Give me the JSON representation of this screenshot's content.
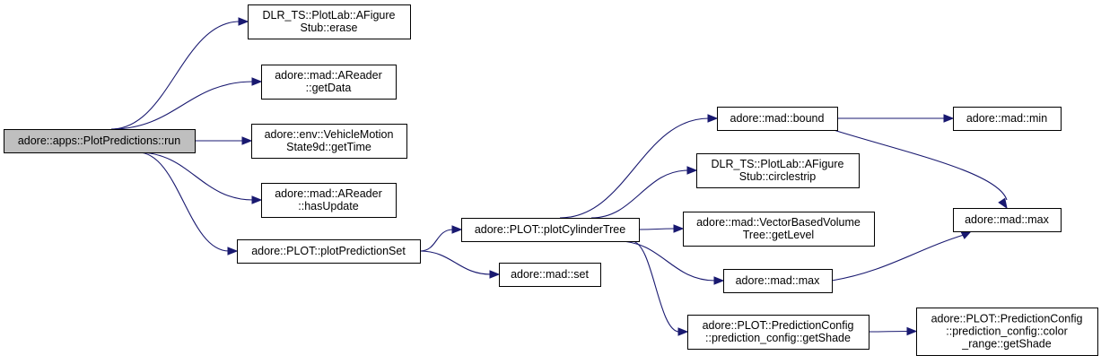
{
  "graph": {
    "title": "",
    "edge_color": "#191970",
    "root_fill": "#bfbfbf",
    "nodes": [
      {
        "id": "run",
        "lines": [
          "adore::apps::PlotPredictions::run"
        ],
        "root": true
      },
      {
        "id": "erase",
        "lines": [
          "DLR_TS::PlotLab::AFigure",
          "Stub::erase"
        ]
      },
      {
        "id": "getData",
        "lines": [
          "adore::mad::AReader",
          "::getData"
        ]
      },
      {
        "id": "getTime",
        "lines": [
          "adore::env::VehicleMotion",
          "State9d::getTime"
        ]
      },
      {
        "id": "hasUpdate",
        "lines": [
          "adore::mad::AReader",
          "::hasUpdate"
        ]
      },
      {
        "id": "plotPredictionSet",
        "lines": [
          "adore::PLOT::plotPredictionSet"
        ]
      },
      {
        "id": "plotCylinderTree",
        "lines": [
          "adore::PLOT::plotCylinderTree"
        ]
      },
      {
        "id": "set",
        "lines": [
          "adore::mad::set"
        ]
      },
      {
        "id": "bound",
        "lines": [
          "adore::mad::bound"
        ]
      },
      {
        "id": "circlestrip",
        "lines": [
          "DLR_TS::PlotLab::AFigure",
          "Stub::circlestrip"
        ]
      },
      {
        "id": "getLevel",
        "lines": [
          "adore::mad::VectorBasedVolume",
          "Tree::getLevel"
        ]
      },
      {
        "id": "max1",
        "lines": [
          "adore::mad::max"
        ]
      },
      {
        "id": "getShade1",
        "lines": [
          "adore::PLOT::PredictionConfig",
          "::prediction_config::getShade"
        ]
      },
      {
        "id": "min",
        "lines": [
          "adore::mad::min"
        ]
      },
      {
        "id": "max2",
        "lines": [
          "adore::mad::max"
        ]
      },
      {
        "id": "getShade2",
        "lines": [
          "adore::PLOT::PredictionConfig",
          "::prediction_config::color",
          "_range::getShade"
        ]
      }
    ],
    "edges": [
      {
        "from": "run",
        "to": "erase"
      },
      {
        "from": "run",
        "to": "getData"
      },
      {
        "from": "run",
        "to": "getTime"
      },
      {
        "from": "run",
        "to": "hasUpdate"
      },
      {
        "from": "run",
        "to": "plotPredictionSet"
      },
      {
        "from": "plotPredictionSet",
        "to": "plotCylinderTree"
      },
      {
        "from": "plotPredictionSet",
        "to": "set"
      },
      {
        "from": "plotCylinderTree",
        "to": "bound"
      },
      {
        "from": "plotCylinderTree",
        "to": "circlestrip"
      },
      {
        "from": "plotCylinderTree",
        "to": "getLevel"
      },
      {
        "from": "plotCylinderTree",
        "to": "max1"
      },
      {
        "from": "plotCylinderTree",
        "to": "getShade1"
      },
      {
        "from": "bound",
        "to": "min"
      },
      {
        "from": "bound",
        "to": "max2"
      },
      {
        "from": "max1",
        "to": "max2"
      },
      {
        "from": "getShade1",
        "to": "getShade2"
      }
    ]
  }
}
